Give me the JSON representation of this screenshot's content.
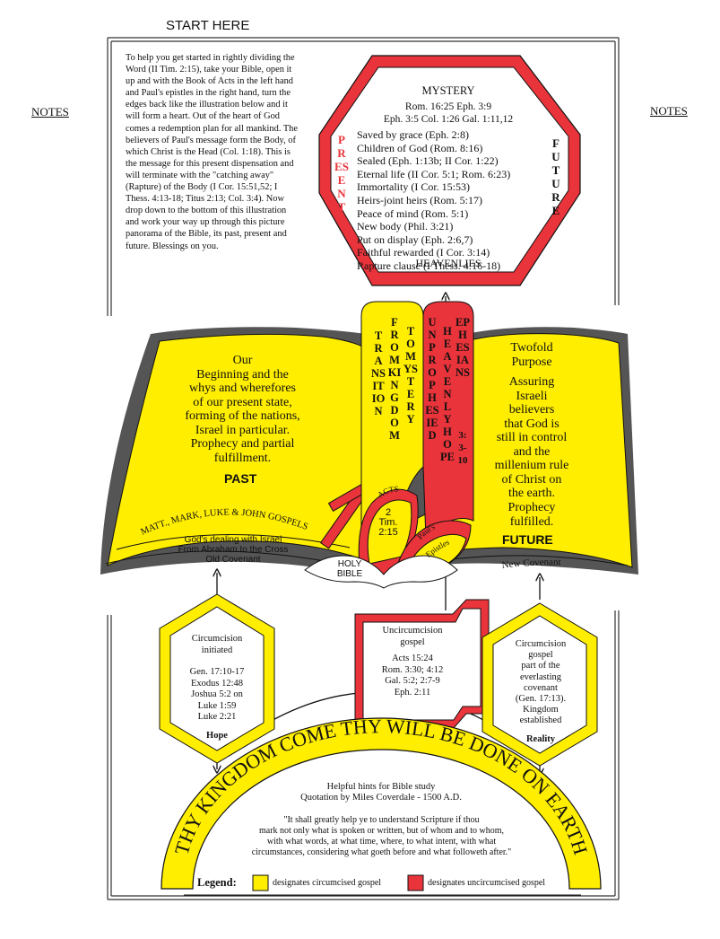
{
  "header": {
    "start_label": "START HERE",
    "notes_left": "NOTES",
    "notes_right": "NOTES"
  },
  "intro_text": "To help you get started in rightly dividing the Word (II Tim. 2:15), take your Bible, open it up and with the Book of Acts in the left hand and Paul's epistles in the right hand, turn the edges back like the illustration below and it will form a heart. Out of the heart of God comes a redemption plan for all mankind. The believers of Paul's message form the Body, of which Christ is the Head (Col. 1:18). This is the message for this present dispensation and will terminate with the \"catching away\" (Rapture) of the Body (I Cor. 15:51,52; I Thess. 4:13-18; Titus 2:13; Col. 3:4). Now drop down to the bottom of this illustration and work your way up through this picture panorama of the Bible, its past, present and future. Blessings on you.",
  "mystery_hex": {
    "title": "MYSTERY",
    "refs_line1": "Rom. 16:25   Eph. 3:9",
    "refs_line2": "Eph. 3:5   Col. 1:26   Gal. 1:11,12",
    "present_label": "PRESENT",
    "future_label": "FUTURE",
    "items": [
      "Saved by grace  (Eph. 2:8)",
      "Children of God  (Rom. 8:16)",
      "Sealed  (Eph. 1:13b; II Cor. 1:22)",
      "Eternal life  (II Cor. 5:1; Rom. 6:23)",
      "Immortality  (I Cor. 15:53)",
      "Heirs-joint heirs  (Rom. 5:17)",
      "Peace of mind  (Rom. 5:1)",
      "New body  (Phil. 3:21)",
      "Put on display  (Eph. 2:6,7)",
      "Faithful rewarded  (I Cor. 3:14)",
      "Rapture clause  (I Thess. 4:16-18)"
    ],
    "bottom_label": "HEAVENLIES"
  },
  "book": {
    "left_page": [
      "Our",
      "Beginning and the",
      "whys and wherefores",
      "of our present state,",
      "forming of the nations,",
      "Israel in particular.",
      "Prophecy and partial",
      "fulfillment."
    ],
    "past_label": "PAST",
    "right_page_top": [
      "Twofold",
      "Purpose"
    ],
    "right_page_body": [
      "Assuring",
      "Israeli",
      "believers",
      "that God is",
      "still in control",
      "and the",
      "millenium rule",
      "of Christ on",
      "the earth."
    ],
    "right_page_end": [
      "Prophecy",
      "fulfilled."
    ],
    "future_label": "FUTURE",
    "gospels_label": "MATT., MARK, LUKE & JOHN GOSPELS",
    "israel_lines": [
      "God's dealing with Israel",
      "From Abraham to the Cross",
      "Old Covenant"
    ],
    "new_covenant": "New Covenant",
    "holy_bible": [
      "HOLY",
      "BIBLE"
    ],
    "acts_label": "ACTS",
    "tim_label": [
      "2",
      "Tim.",
      "2:15"
    ],
    "pauls_label": "Paul's",
    "epistles_label": "Epistles",
    "transition": "TRANSITION",
    "from_kingdom": "FROMKINGDOM",
    "to_mystery": "TOMYSTERY",
    "unprophesied": "UNPROPHESIED",
    "heavenly_hope": "HEAVENLYHOPE",
    "ephesians": "EPHESIANS",
    "eph_ref": "3:3-10"
  },
  "left_hex": {
    "title": [
      "Circumcision",
      "initiated"
    ],
    "refs": [
      "Gen. 17:10-17",
      "Exodus 12:48",
      "Joshua 5:2 on",
      "Luke 1:59",
      "Luke 2:21"
    ],
    "footer": "Hope"
  },
  "middle_box": {
    "title": [
      "Uncircumcision",
      "gospel"
    ],
    "refs": [
      "Acts 15:24",
      "Rom. 3:30; 4:12",
      "Gal. 5:2; 2:7-9",
      "Eph. 2:11"
    ]
  },
  "right_hex": {
    "title": [
      "Circumcision",
      "gospel",
      "part of the",
      "everlasting",
      "covenant",
      "(Gen. 17:13).",
      "Kingdom",
      "established"
    ],
    "footer": "Reality"
  },
  "arch": {
    "banner": "THY KINGDOM COME THY WILL BE DONE ON EARTH",
    "hints_title": "Helpful hints for Bible study",
    "hints_quote_by": "Quotation by Miles Coverdale - 1500 A.D.",
    "quote_lines": [
      "\"It shall greatly help ye to understand Scripture if thou",
      "mark not only what is spoken or written, but of whom and to whom,",
      "with what words, at what time, where, to what intent, with what",
      "circumstances, considering what goeth before and what followeth after.\""
    ]
  },
  "legend": {
    "label": "Legend:",
    "yellow_text": "designates circumcised gospel",
    "red_text": "designates uncircumcised gospel",
    "yellow_color": "#ffee00",
    "red_color": "#e8343a"
  }
}
